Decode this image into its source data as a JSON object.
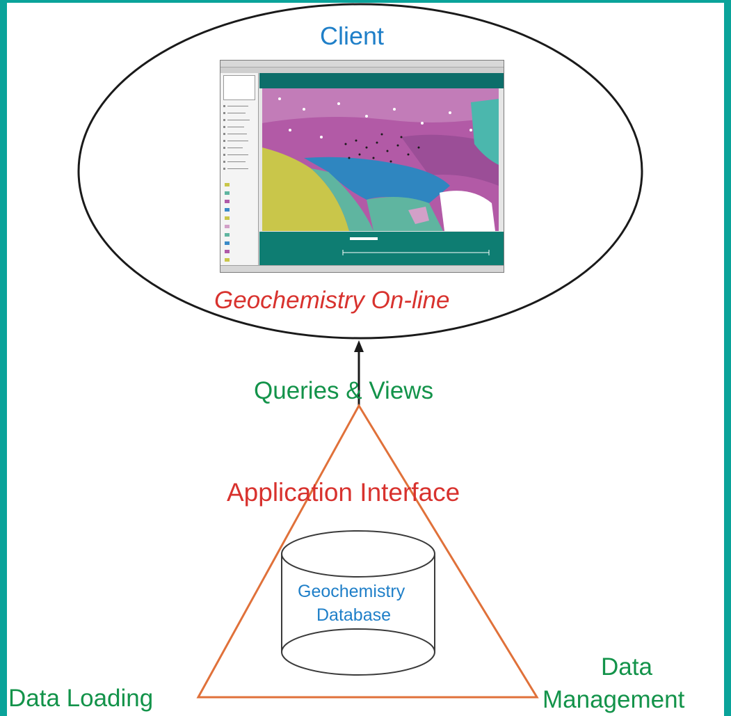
{
  "client": {
    "title": "Client",
    "caption": "Geochemistry On-line"
  },
  "arrow_label": "Queries & Views",
  "interface_label": "Application Interface",
  "database": {
    "line1": "Geochemistry",
    "line2": "Database"
  },
  "corners": {
    "left": "Data Loading",
    "right_line1": "Data",
    "right_line2": "Management"
  },
  "colors": {
    "frame": "#0aa39a",
    "title_blue": "#1f7fc8",
    "red": "#d8322e",
    "green": "#13934a",
    "triangle": "#e0713a"
  }
}
